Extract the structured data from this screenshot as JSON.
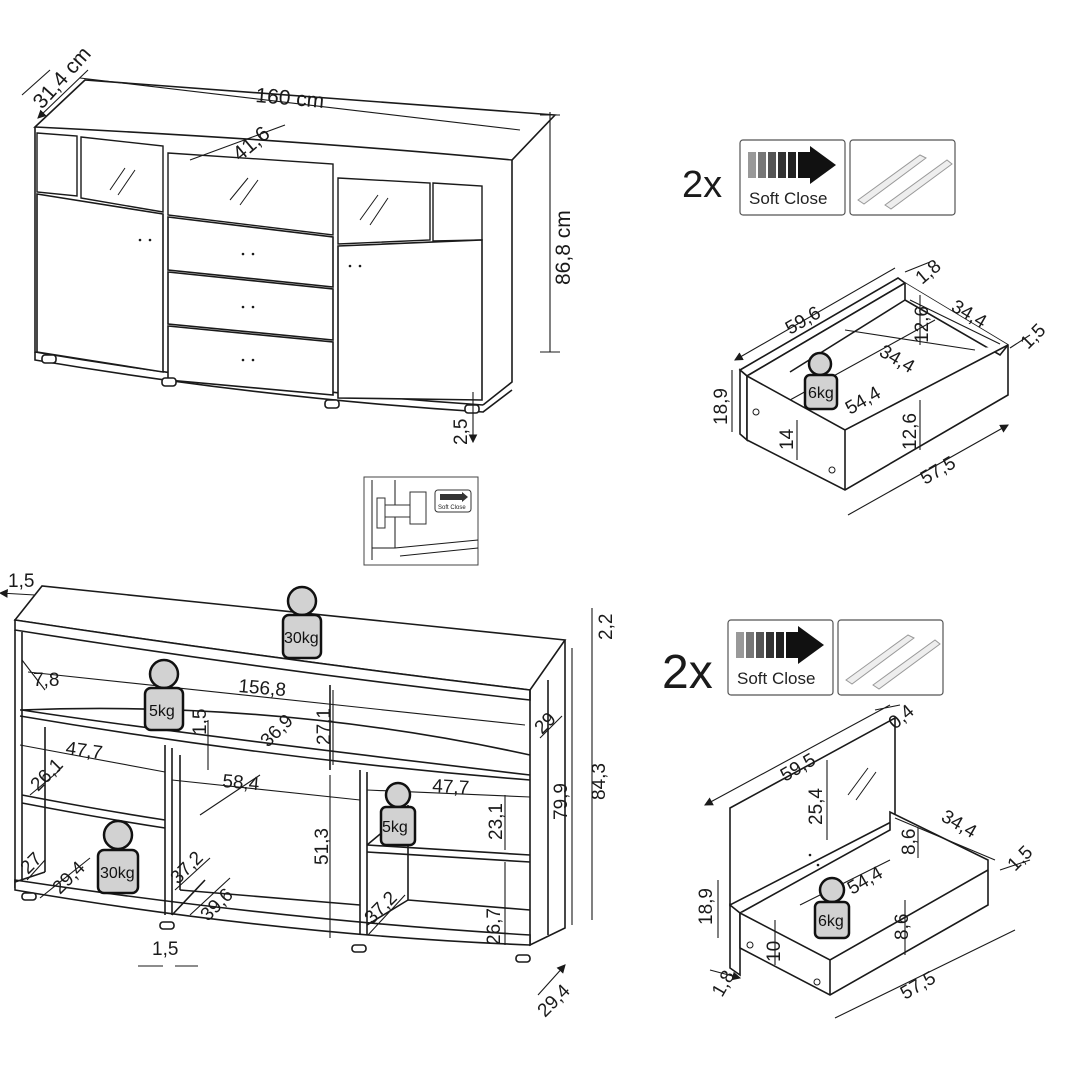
{
  "top_view": {
    "depth": "31,4 cm",
    "width": "160 cm",
    "drawer_width": "41,6",
    "height": "86,8 cm",
    "foot_height": "2,5"
  },
  "hinge_inset": {
    "badge": "Soft Close"
  },
  "drawer_upper": {
    "quantity": "2x",
    "badge": "Soft Close",
    "dims": {
      "front_thickness": "1,8",
      "front_width": "59,6",
      "side_depth": "34,4",
      "side_thickness": "1,5",
      "back_height": "12,6",
      "inner_depth": "34,4",
      "inner_width": "54,4",
      "front_height": "18,9",
      "side_height": "14",
      "front_inner_height": "12,6",
      "outer_width": "57,5"
    },
    "load": "6kg"
  },
  "drawer_lower": {
    "quantity": "2x",
    "badge": "Soft Close",
    "dims": {
      "glass_thickness": "0,4",
      "glass_width": "59,5",
      "glass_height": "25,4",
      "side_depth": "34,4",
      "back_height": "8,6",
      "side_thickness": "1,5",
      "inner_width": "54,4",
      "front_height": "18,9",
      "front_inner_height": "8,6",
      "side_height": "10",
      "outer_width": "57,5",
      "front_thickness": "1,8"
    },
    "load": "6kg"
  },
  "interior_view": {
    "top_thickness": "1,5",
    "top_board": "2,2",
    "inner_width": "156,8",
    "back_inset": "7,8",
    "divider_thickness_top": "1,5",
    "upper_depth": "36,9",
    "upper_height": "27,1",
    "side_depth": "29",
    "left_width": "47,7",
    "middle_width": "58,4",
    "right_width": "47,7",
    "left_shelf_depth": "26,1",
    "inner_height": "79,9",
    "total_height": "84,3",
    "right_upper_height": "23,1",
    "middle_height": "51,3",
    "left_bottom_depth": "27",
    "left_floor_depth": "29,4",
    "middle_side_depth": "37,2",
    "middle_floor_depth": "39,6",
    "right_side_depth": "37,2",
    "right_lower_height": "26,7",
    "divider_thickness": "1,5",
    "base_depth": "29,4",
    "loads": {
      "top": "30kg",
      "left_shelf": "5kg",
      "right_shelf": "5kg",
      "bottom": "30kg"
    }
  }
}
